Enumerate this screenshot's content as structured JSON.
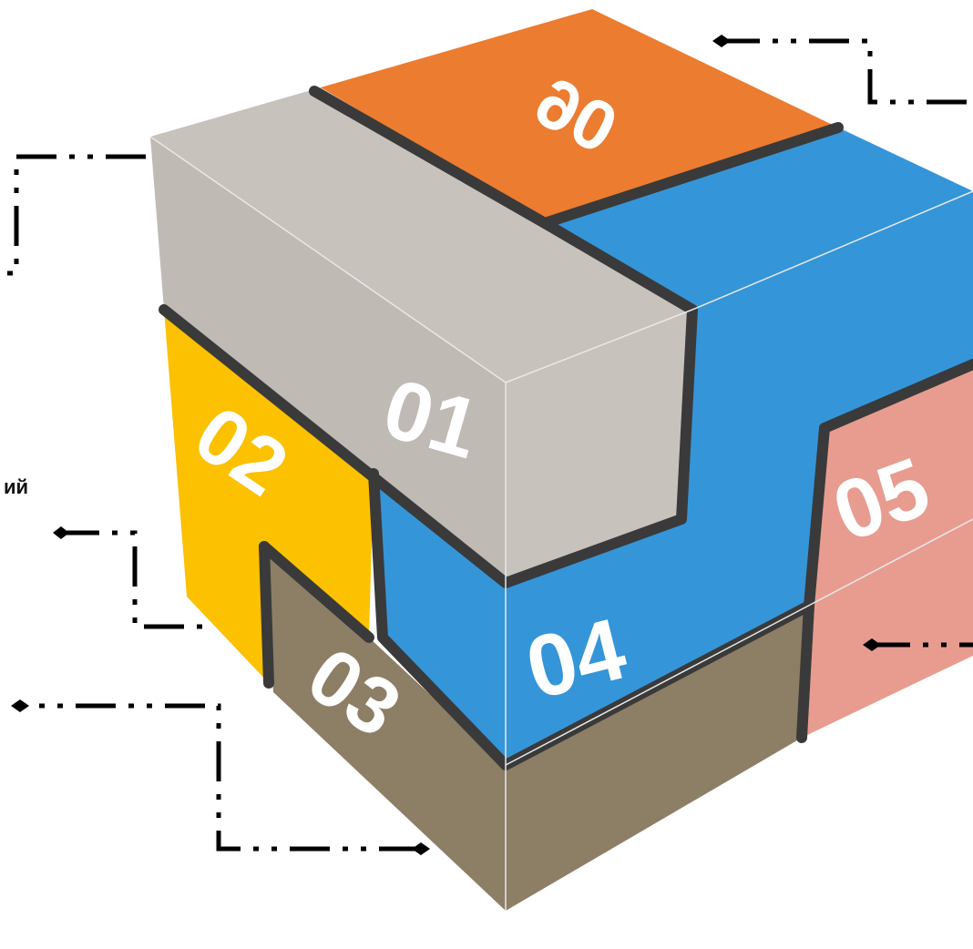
{
  "pieces": {
    "p01": {
      "label": "01",
      "color": "#C8C2BD"
    },
    "p02": {
      "label": "02",
      "color": "#FCC100"
    },
    "p03": {
      "label": "03",
      "color": "#8D7E66"
    },
    "p04": {
      "label": "04",
      "color": "#3595D9"
    },
    "p05": {
      "label": "05",
      "color": "#E89C90"
    },
    "p06": {
      "label": "06",
      "color": "#EC7C30"
    }
  },
  "callouts": {
    "left_label_fragment": "ий"
  },
  "colors": {
    "outline": "#3A3A3A",
    "leader": "#000000"
  }
}
